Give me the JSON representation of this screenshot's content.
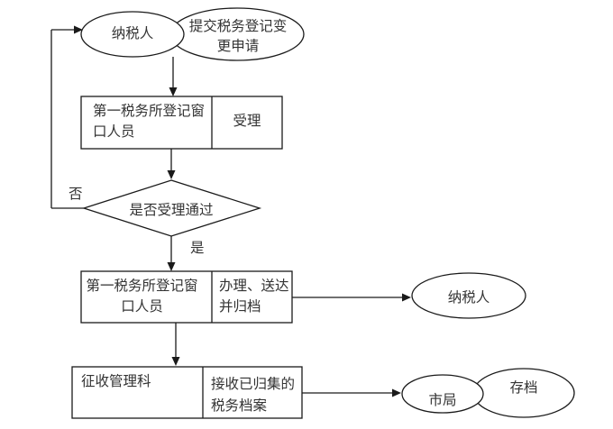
{
  "diagram": {
    "type": "flowchart",
    "colors": {
      "stroke": "#1a1a1a",
      "text": "#333333",
      "background": "#ffffff"
    },
    "nodes": {
      "taxpayer_start": {
        "label": "纳税人"
      },
      "submit_application": {
        "label": "提交税务登记变更申请",
        "lines": [
          "提交税务登记变",
          "更申请"
        ]
      },
      "accept_step": {
        "actor": "第一税务所登记窗口人员",
        "actor_lines": [
          "第一税务所登记窗",
          "口人员"
        ],
        "action": "受理"
      },
      "decision": {
        "label": "是否受理通过"
      },
      "process_step": {
        "actor": "第一税务所登记窗口人员",
        "actor_lines": [
          "第一税务所登记窗",
          "口人员"
        ],
        "action": "办理、送达并归档",
        "action_lines": [
          "办理、送达",
          "并归档"
        ]
      },
      "taxpayer_end": {
        "label": "纳税人"
      },
      "collection_dept_step": {
        "actor": "征收管理科",
        "action": "接收已归集的税务档案",
        "action_lines": [
          "接收已归集的",
          "税务档案"
        ]
      },
      "city_bureau": {
        "label": "市局"
      },
      "archive": {
        "label": "存档"
      }
    },
    "edges": {
      "no_label": "否",
      "yes_label": "是"
    }
  }
}
